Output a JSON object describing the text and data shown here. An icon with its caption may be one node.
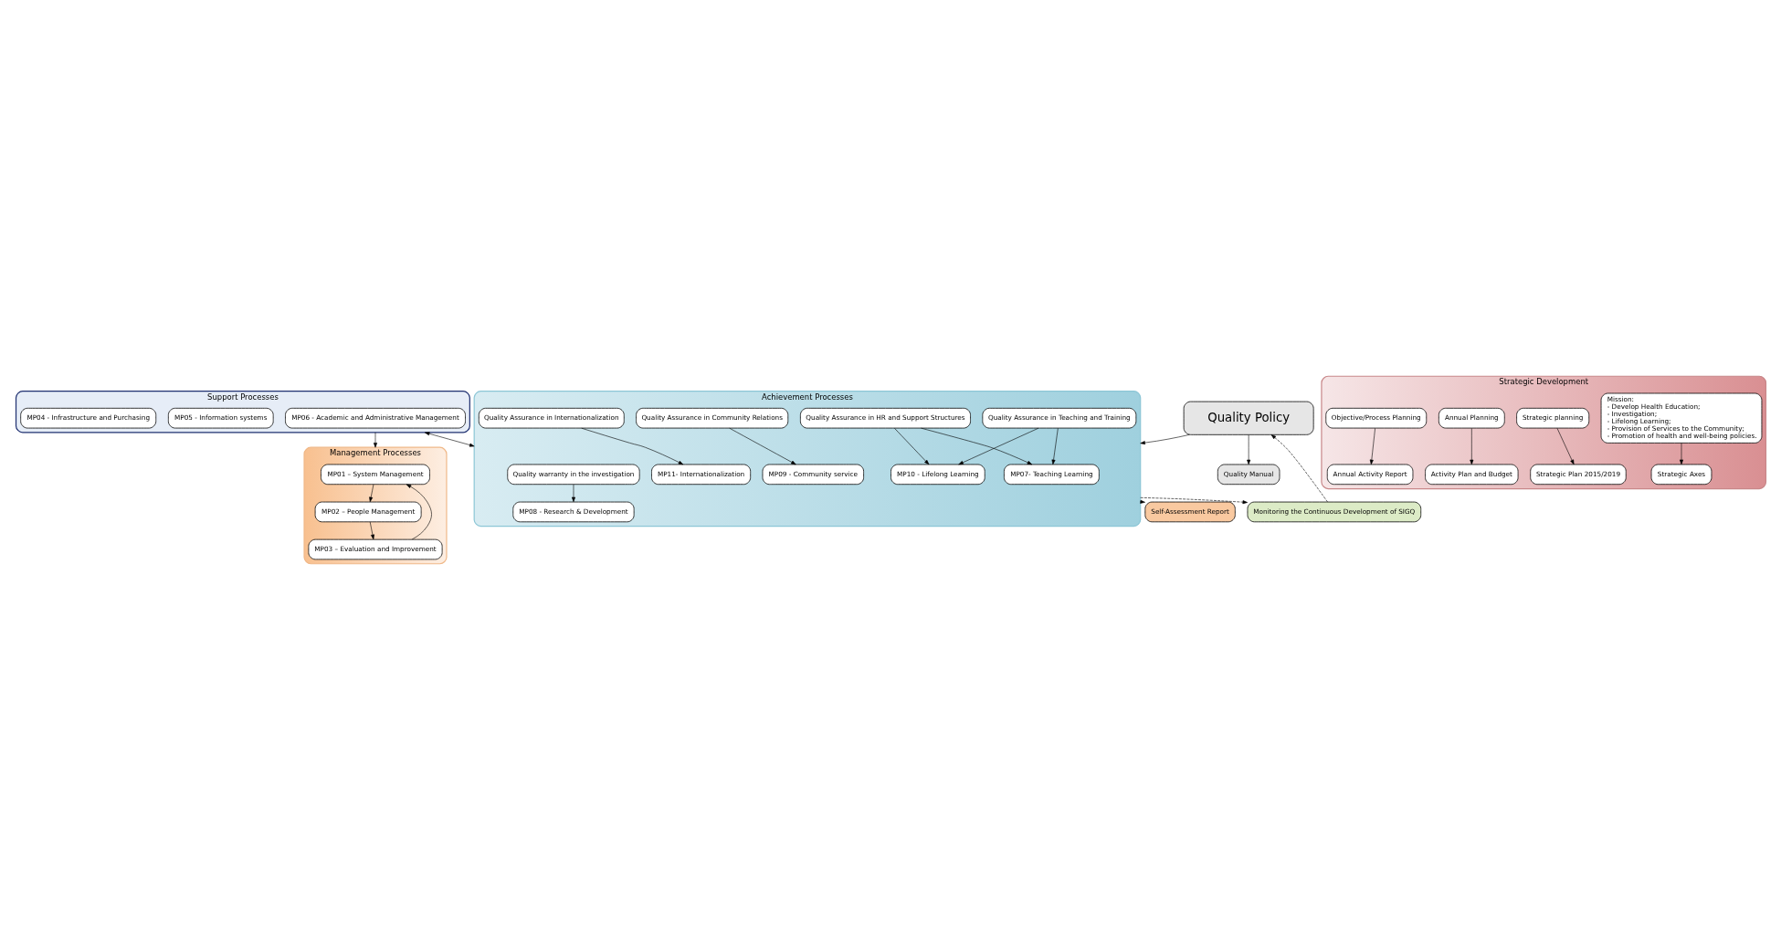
{
  "diagram": {
    "nodes": [
      {
        "text": [
          "Management Processes"
        ]
      },
      {
        "text": [
          "MP01 – System Management"
        ],
        "in": 0
      },
      {
        "text": [
          "MP02 – People Management"
        ],
        "in": 0
      },
      {
        "text": [
          "MP03 – Evaluation and Improvement"
        ],
        "in": 0
      },
      {
        "text": [
          "Strategic Development"
        ]
      },
      {
        "text": [
          "Mission:",
          "- Develop Health Education;",
          "- Investigation;",
          "- Lifelong Learning;",
          "- Provision of Services to the Community;",
          "- Promotion of health and well-being policies."
        ],
        "in": 4
      },
      {
        "text": [
          "Strategic Axes"
        ],
        "in": 4
      },
      {
        "text": [
          "Strategic planning"
        ],
        "in": 4
      },
      {
        "text": [
          "Strategic Plan 2015/2019"
        ],
        "in": 4
      },
      {
        "text": [
          "Annual Planning"
        ],
        "in": 4
      },
      {
        "text": [
          "Activity Plan and Budget"
        ],
        "in": 4
      },
      {
        "text": [
          "Objective/Process Planning"
        ],
        "in": 4
      },
      {
        "text": [
          "Annual Activity Report"
        ],
        "in": 4
      },
      {
        "text": [
          "Quality Policy"
        ]
      },
      {
        "text": [
          "Quality Manual"
        ]
      },
      {
        "text": [
          "Support Processes"
        ]
      },
      {
        "text": [
          "MP06 - Academic and Administrative Management"
        ],
        "in": 15
      },
      {
        "text": [
          "MP05 - Information systems"
        ],
        "in": 15
      },
      {
        "text": [
          "MP04 - Infrastructure and Purchasing"
        ],
        "in": 15
      },
      {
        "text": [
          "Monitoring the Continuous Development of SIGQ"
        ]
      },
      {
        "text": [
          "Self-Assessment Report"
        ]
      },
      {
        "text": [
          "Achievement Processes"
        ]
      },
      {
        "text": [
          "Quality warranty in the investigation"
        ],
        "in": 21
      },
      {
        "text": [
          "Quality Assurance in Teaching and Training"
        ],
        "in": 21
      },
      {
        "text": [
          "Quality Assurance in HR and Support Structures"
        ],
        "in": 21
      },
      {
        "text": [
          "Quality Assurance in Community Relations"
        ],
        "in": 21
      },
      {
        "text": [
          "Quality Assurance in Internationalization"
        ],
        "in": 21
      },
      {
        "text": [
          "MP08 - Research & Development"
        ],
        "in": 21
      },
      {
        "text": [
          "MP10 - Lifelong Learning"
        ],
        "in": 21
      },
      {
        "text": [
          "MP07- Teaching Learning"
        ],
        "in": 21
      },
      {
        "text": [
          "MP09 - Community service"
        ],
        "in": 21
      },
      {
        "text": [
          "MP11- Internationalization"
        ],
        "in": 21
      }
    ],
    "edges": [
      {
        "from": 1,
        "to": 2,
        "arrow": "to"
      },
      {
        "from": 2,
        "to": 3,
        "arrow": "to"
      },
      {
        "from": 3,
        "to": 1,
        "arrow": "to"
      },
      {
        "from": 5,
        "to": 6,
        "arrow": "to"
      },
      {
        "from": 7,
        "to": 8,
        "arrow": "to"
      },
      {
        "from": 9,
        "to": 10,
        "arrow": "to"
      },
      {
        "from": 11,
        "to": 12,
        "arrow": "to"
      },
      {
        "from": 13,
        "to": 14,
        "arrow": "to"
      },
      {
        "from": 15,
        "to": 0,
        "arrow": "to"
      },
      {
        "from": 19,
        "to": 13,
        "arrow": "to",
        "style": "dashed"
      },
      {
        "from": 13,
        "to": 21,
        "arrow": "to"
      },
      {
        "from": 15,
        "to": 21,
        "arrow": "both"
      },
      {
        "from": 21,
        "to": 19,
        "arrow": "to",
        "style": "dashed"
      },
      {
        "from": 21,
        "to": 20,
        "arrow": "to",
        "style": "dashed"
      },
      {
        "from": 22,
        "to": 27,
        "arrow": "to"
      },
      {
        "from": 23,
        "to": 28,
        "arrow": "to"
      },
      {
        "from": 23,
        "to": 29,
        "arrow": "to"
      },
      {
        "from": 24,
        "to": 28,
        "arrow": "to"
      },
      {
        "from": 24,
        "to": 29,
        "arrow": "to"
      },
      {
        "from": 25,
        "to": 30,
        "arrow": "to"
      },
      {
        "from": 26,
        "to": 31,
        "arrow": "to"
      }
    ]
  }
}
